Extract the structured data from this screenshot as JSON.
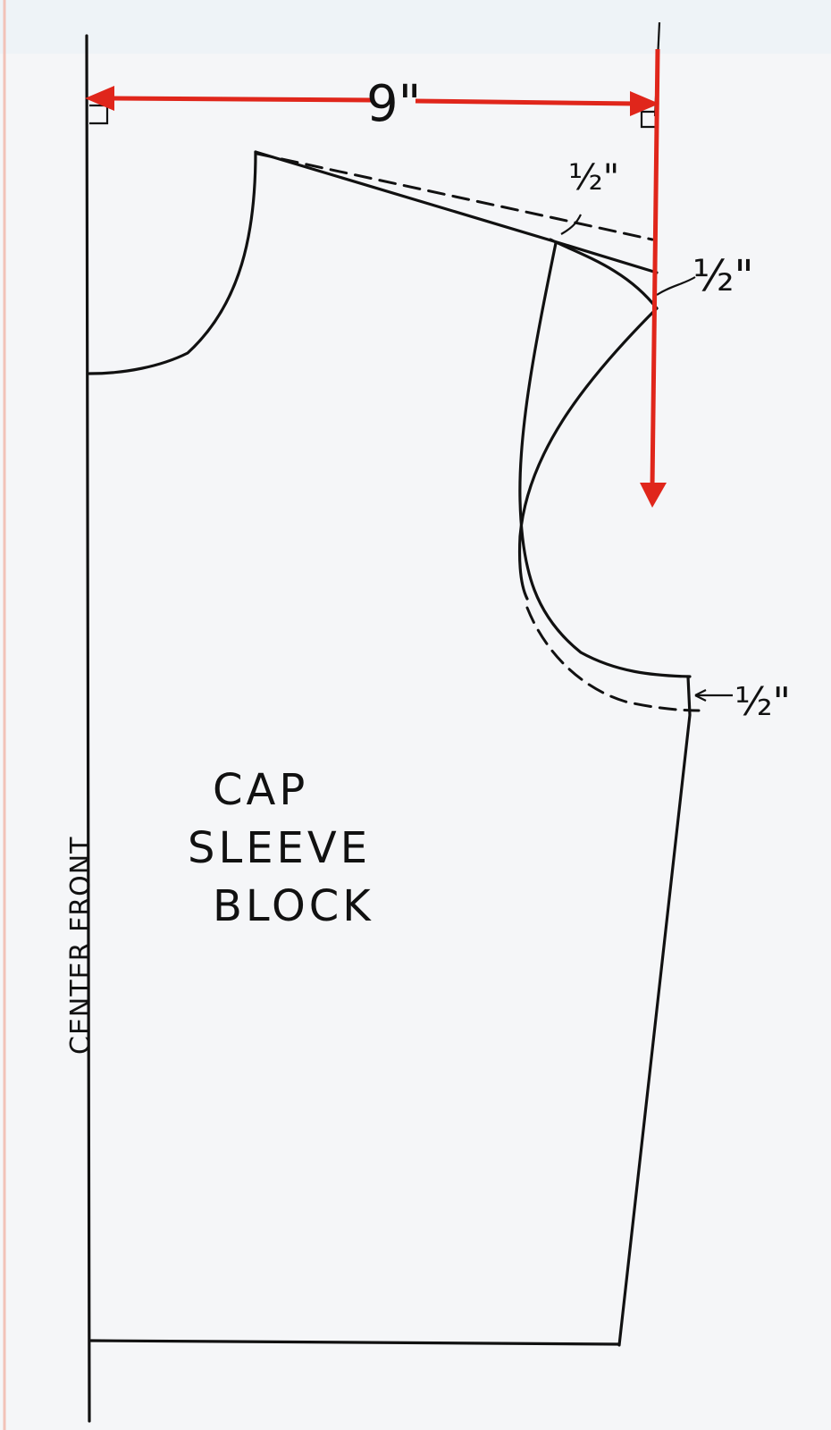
{
  "labels": {
    "width_measure": "9\"",
    "half_top": "½\"",
    "half_shoulder": "½\"",
    "half_underarm": "½\"",
    "block_line1": "CAP",
    "block_line2": "SLEEVE",
    "block_line3": "BLOCK",
    "center_front": "CENTER FRONT"
  },
  "colors": {
    "ink": "#111111",
    "guide": "#e0261b",
    "paper": "#f5f6f8"
  }
}
